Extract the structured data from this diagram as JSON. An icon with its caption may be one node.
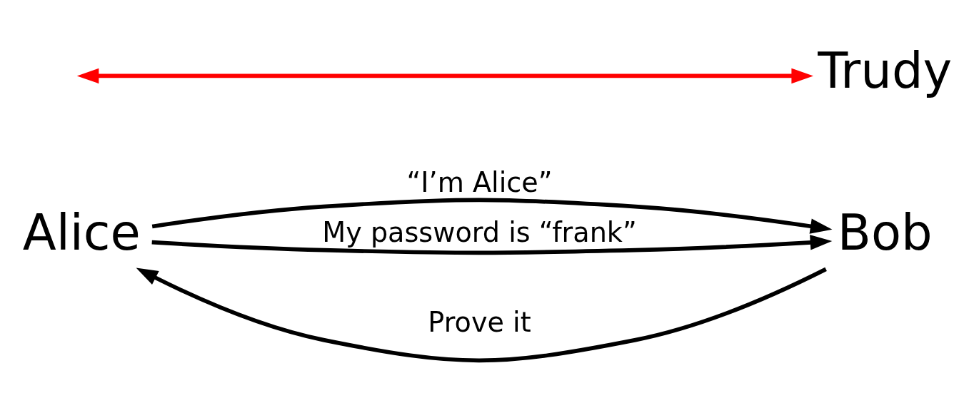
{
  "diagram": {
    "nodes": [
      {
        "text": [
          "Alice"
        ]
      },
      {
        "text": [
          "Bob"
        ]
      },
      {
        "text": [
          "Trudy"
        ]
      }
    ],
    "edges": [
      {
        "from": 0,
        "to": 1,
        "arrow": "to",
        "label": "“I’m Alice”"
      },
      {
        "from": 1,
        "to": 0,
        "arrow": "to",
        "label": "Prove it"
      },
      {
        "from": 0,
        "to": 1,
        "arrow": "to",
        "label": "My password is “frank”"
      },
      {
        "from": null,
        "to": 2,
        "arrow": "both",
        "color": "#ff0000"
      }
    ]
  }
}
